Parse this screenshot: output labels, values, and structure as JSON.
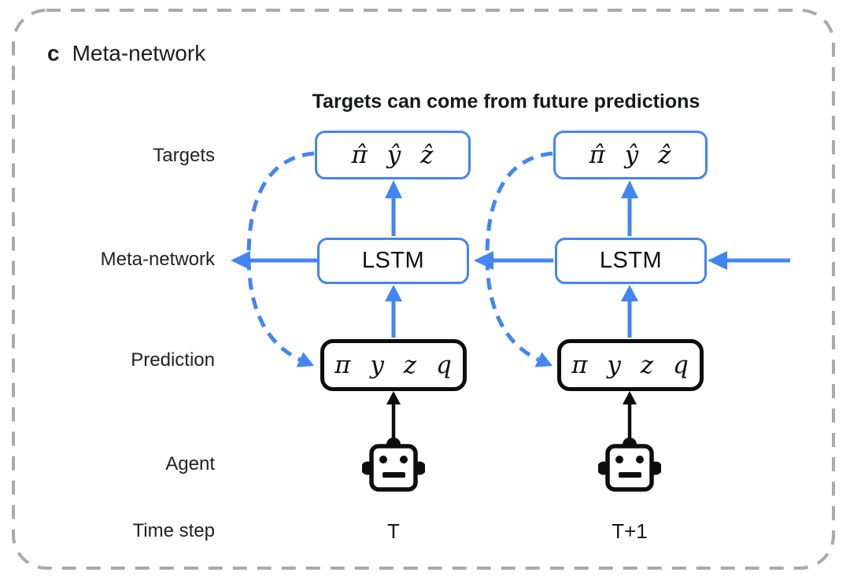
{
  "figure": {
    "panel_label": "c",
    "panel_title": "Meta-network",
    "caption": "Targets can come from future predictions"
  },
  "row_labels": {
    "targets": "Targets",
    "meta_network": "Meta-network",
    "prediction": "Prediction",
    "agent": "Agent",
    "time_step": "Time step"
  },
  "columns": [
    {
      "time_step": "T",
      "targets_box": "π̂ ŷ ẑ",
      "meta_box": "LSTM",
      "prediction_box": "π y z q"
    },
    {
      "time_step": "T+1",
      "targets_box": "π̂ ŷ ẑ",
      "meta_box": "LSTM",
      "prediction_box": "π y z q"
    }
  ],
  "icons": {
    "agent": "robot-icon"
  },
  "colors": {
    "accent_blue": "#4285F4",
    "box_black": "#0d0d0d",
    "outer_border_gray": "#aaaaaa",
    "text": "#1d1d1f"
  }
}
